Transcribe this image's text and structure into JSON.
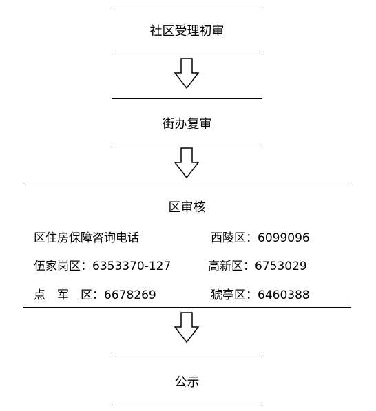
{
  "flow": {
    "steps": [
      {
        "label": "社区受理初审"
      },
      {
        "label": "街办复审"
      },
      {
        "label": "区审核"
      },
      {
        "label": "公示"
      }
    ],
    "consultation": {
      "heading": "区住房保障咨询电话",
      "entries": [
        {
          "text": "西陵区：6099096"
        },
        {
          "text": "伍家岗区：6353370-127"
        },
        {
          "text": "高新区：6753029"
        },
        {
          "text": "点　军　区：6678269"
        },
        {
          "text": "猇亭区：6460388"
        }
      ]
    }
  }
}
